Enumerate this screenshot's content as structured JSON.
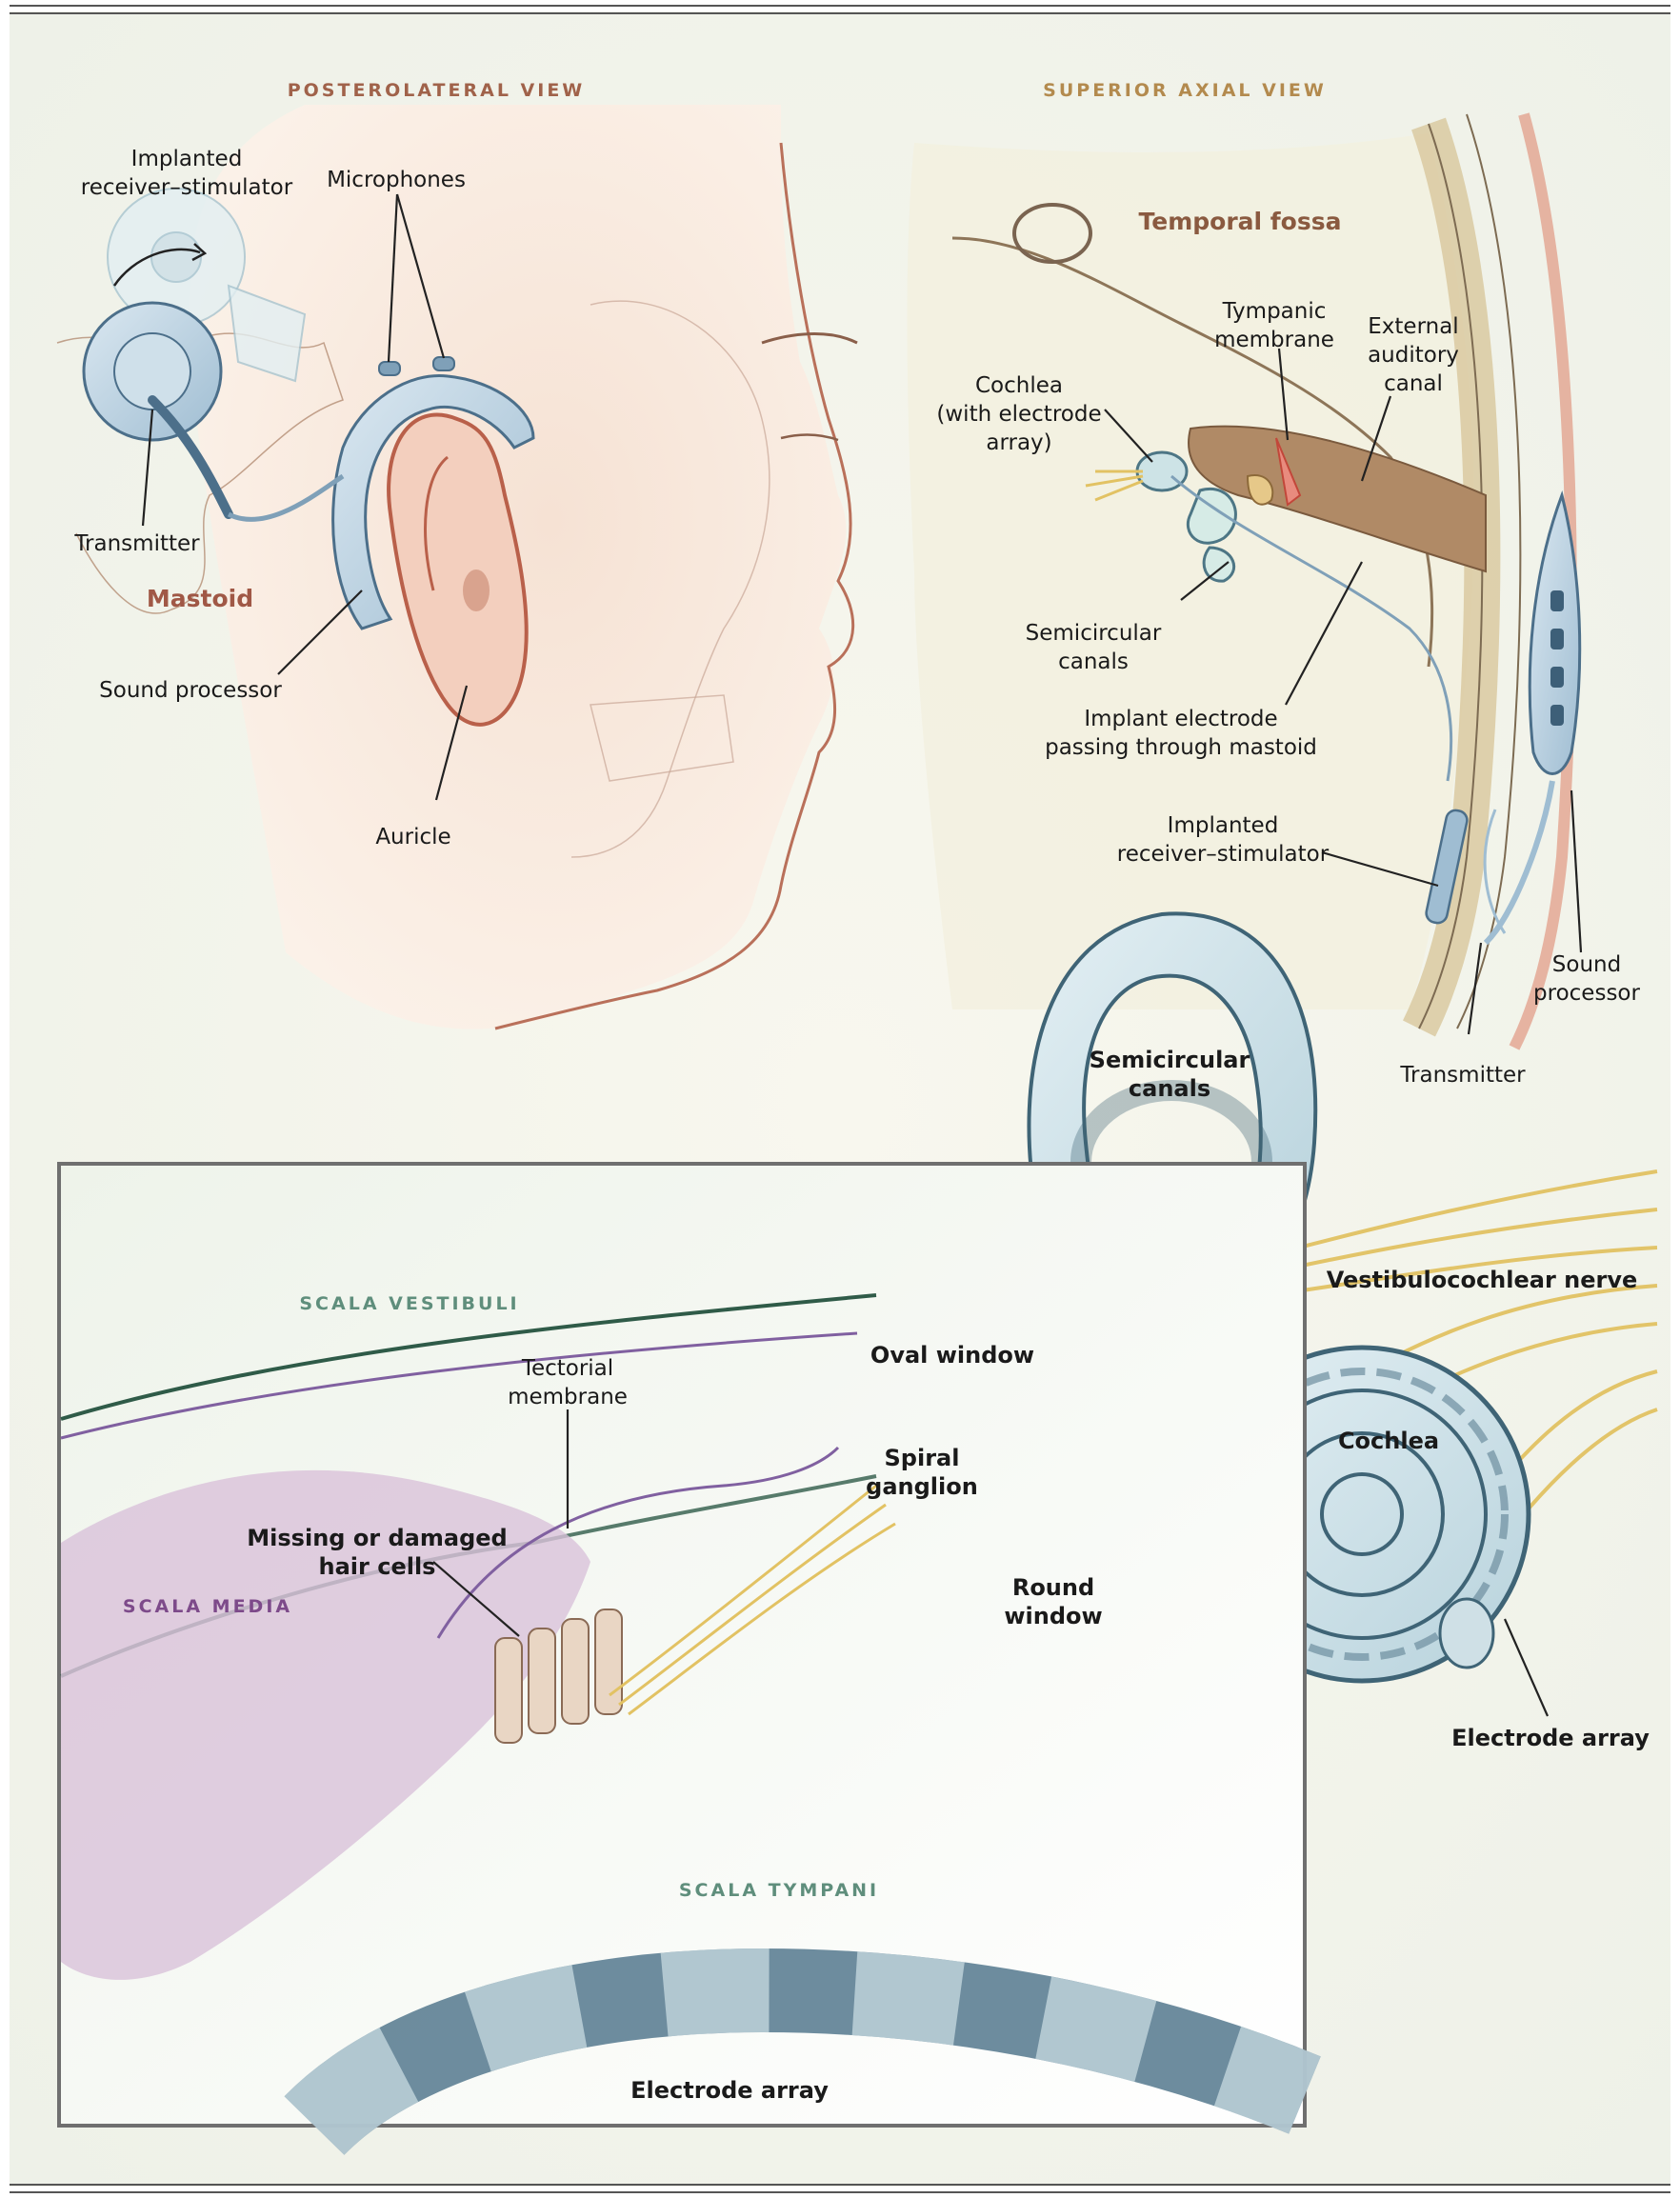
{
  "sections": {
    "posterolateral": "POSTEROLATERAL VIEW",
    "superior_axial": "SUPERIOR AXIAL VIEW",
    "scala_vestibuli": "SCALA VESTIBULI",
    "scala_media": "SCALA MEDIA",
    "scala_tympani": "SCALA TYMPANI"
  },
  "regions": {
    "mastoid": "Mastoid",
    "temporal_fossa": "Temporal fossa"
  },
  "labels": {
    "implanted_rs_left": [
      "Implanted",
      "receiver–stimulator"
    ],
    "microphones": "Microphones",
    "transmitter_left": "Transmitter",
    "sound_processor_left": "Sound processor",
    "auricle": "Auricle",
    "tympanic_membrane": [
      "Tympanic",
      "membrane"
    ],
    "external_auditory_canal": [
      "External",
      "auditory",
      "canal"
    ],
    "cochlea_electrode": [
      "Cochlea",
      "(with electrode",
      "array)"
    ],
    "semicircular_canals_small": [
      "Semicircular",
      "canals"
    ],
    "implant_electrode": [
      "Implant electrode",
      "passing through mastoid"
    ],
    "implanted_rs_right": [
      "Implanted",
      "receiver–stimulator"
    ],
    "sound_processor_right": [
      "Sound",
      "processor"
    ],
    "transmitter_right": "Transmitter",
    "semicircular_canals_big": [
      "Semicircular",
      "canals"
    ],
    "vestibulocochlear_nerve": "Vestibulocochlear nerve",
    "oval_window": "Oval window",
    "cochlea": "Cochlea",
    "round_window": [
      "Round",
      "window"
    ],
    "electrode_array_right": "Electrode array",
    "tectorial_membrane": [
      "Tectorial",
      "membrane"
    ],
    "spiral_ganglion": [
      "Spiral",
      "ganglion"
    ],
    "missing_hair_cells": [
      "Missing or damaged",
      "hair cells"
    ],
    "electrode_array_bottom": "Electrode array"
  },
  "colors": {
    "section_brown": "#a0624a",
    "section_tan": "#b38a4e",
    "section_green": "#5f8e7c",
    "section_purple": "#7d4a8a",
    "region_brown": "#a05846",
    "region_fossa": "#8a5a40",
    "device_blue": "#8eb2c9",
    "skin": "#f4dccb",
    "nerve": "#e2c263",
    "bone_tan": "#e9e3c8"
  }
}
